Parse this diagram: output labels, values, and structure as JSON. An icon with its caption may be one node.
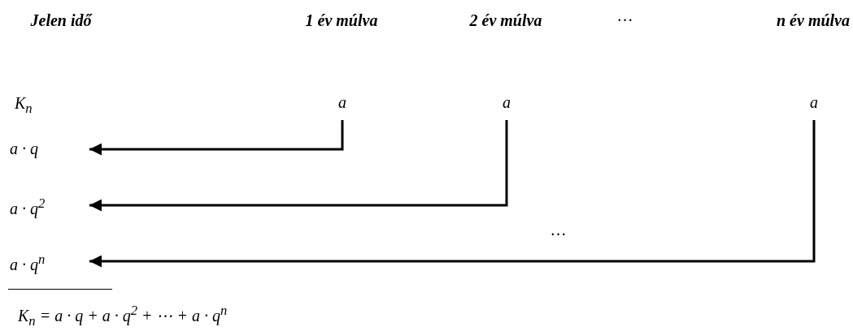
{
  "diagram": {
    "nodes": [
      {
        "text": [
          "a"
        ]
      },
      {
        "text": [
          "a"
        ]
      },
      {
        "text": [
          "a"
        ]
      },
      {
        "text": [
          "a · q"
        ]
      },
      {
        "text": [
          "a · q$^{2}$"
        ]
      },
      {
        "text": [
          "a · q$^{n}$"
        ]
      }
    ],
    "edges": [
      {
        "from": 0,
        "to": 3,
        "arrow": "to"
      },
      {
        "from": 1,
        "to": 4,
        "arrow": "to"
      },
      {
        "from": 2,
        "to": 5,
        "arrow": "to"
      }
    ],
    "labels": [
      "Jelen idő",
      "1 év múlva",
      "2 év múlva",
      "…",
      "n év múlva",
      "K$_{n}$",
      "…",
      "K$_{n}$ = a · q + a · q$^{2}$ + ⋯ + a · q$^{n}$"
    ]
  }
}
